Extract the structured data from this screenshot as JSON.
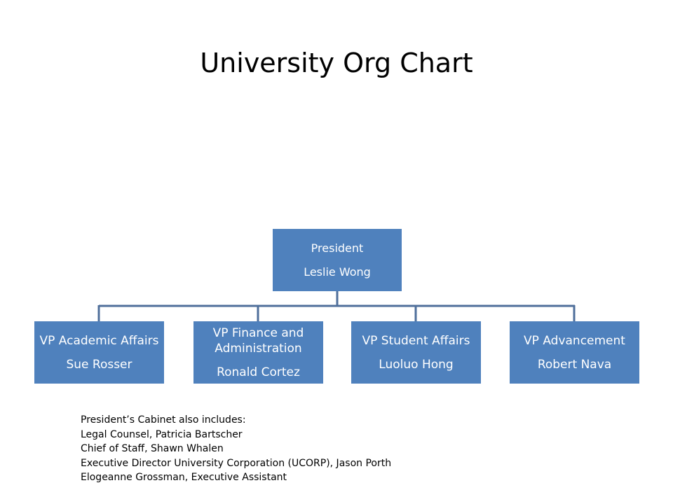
{
  "slide": {
    "title": "University Org Chart"
  },
  "org_chart": {
    "president": {
      "role": "President",
      "name": "Leslie Wong"
    },
    "vps": [
      {
        "role": "VP Academic Affairs",
        "name": "Sue Rosser"
      },
      {
        "role": "VP Finance and Administration",
        "name": "Ronald Cortez"
      },
      {
        "role": "VP Student Affairs",
        "name": "Luoluo Hong"
      },
      {
        "role": "VP Advancement",
        "name": "Robert Nava"
      }
    ]
  },
  "cabinet": {
    "heading": "President’s Cabinet also includes:",
    "members": [
      "Legal Counsel, Patricia Bartscher",
      "Chief of Staff, Shawn Whalen",
      "Executive Director University Corporation (UCORP), Jason Porth",
      "Elogeanne Grossman, Executive Assistant"
    ]
  },
  "colors": {
    "box_fill": "#4f81bd",
    "connector": "#4f6f9b",
    "box_text": "#ffffff"
  }
}
